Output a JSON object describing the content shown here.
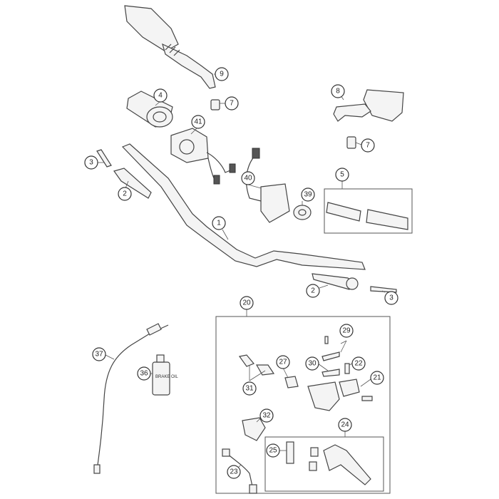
{
  "callouts": [
    {
      "n": "1"
    },
    {
      "n": "2"
    },
    {
      "n": "2"
    },
    {
      "n": "3"
    },
    {
      "n": "3"
    },
    {
      "n": "4"
    },
    {
      "n": "5"
    },
    {
      "n": "7"
    },
    {
      "n": "7"
    },
    {
      "n": "8"
    },
    {
      "n": "9"
    },
    {
      "n": "20"
    },
    {
      "n": "21"
    },
    {
      "n": "22"
    },
    {
      "n": "23"
    },
    {
      "n": "24"
    },
    {
      "n": "25"
    },
    {
      "n": "27"
    },
    {
      "n": "29"
    },
    {
      "n": "30"
    },
    {
      "n": "31"
    },
    {
      "n": "32"
    },
    {
      "n": "36"
    },
    {
      "n": "37"
    },
    {
      "n": "39"
    },
    {
      "n": "40"
    },
    {
      "n": "41"
    }
  ],
  "bottle_label": "BRAKE OIL"
}
